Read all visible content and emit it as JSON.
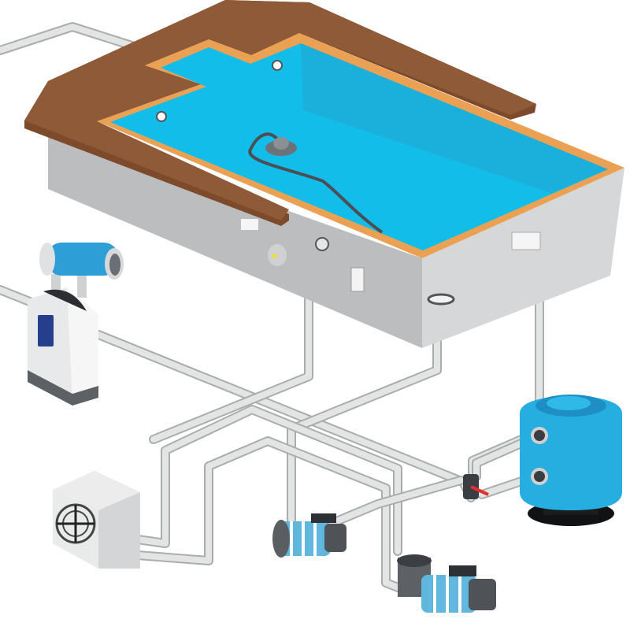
{
  "title": "",
  "colors": {
    "water": "#13bde9",
    "water_shade": "#1fa9d6",
    "coping": "#eba154",
    "deck": "#8a5533",
    "wall_left": "#bcbdbf",
    "wall_right": "#d6d7d8",
    "pipe": "#e3e5e5",
    "filter_tank": "#27aee0",
    "pump_stripes": "#5fb7dd"
  },
  "components": [
    {
      "name": "pool",
      "icon": "pool-icon"
    },
    {
      "name": "wooden-deck",
      "icon": "deck-icon"
    },
    {
      "name": "robot-cleaner",
      "icon": "robot-cleaner-icon"
    },
    {
      "name": "return-inlet",
      "icon": "inlet-icon"
    },
    {
      "name": "skimmer",
      "icon": "skimmer-icon"
    },
    {
      "name": "main-drain",
      "icon": "drain-icon"
    },
    {
      "name": "pool-light",
      "icon": "light-icon"
    },
    {
      "name": "salt-chlorinator",
      "icon": "chlorinator-icon"
    },
    {
      "name": "control-unit",
      "icon": "control-panel-icon"
    },
    {
      "name": "heat-pump",
      "icon": "fan-icon"
    },
    {
      "name": "booster-pump",
      "icon": "pump-icon"
    },
    {
      "name": "filtration-pump",
      "icon": "pump-icon"
    },
    {
      "name": "sand-filter",
      "icon": "filter-tank-icon"
    },
    {
      "name": "valve",
      "icon": "valve-icon"
    }
  ]
}
